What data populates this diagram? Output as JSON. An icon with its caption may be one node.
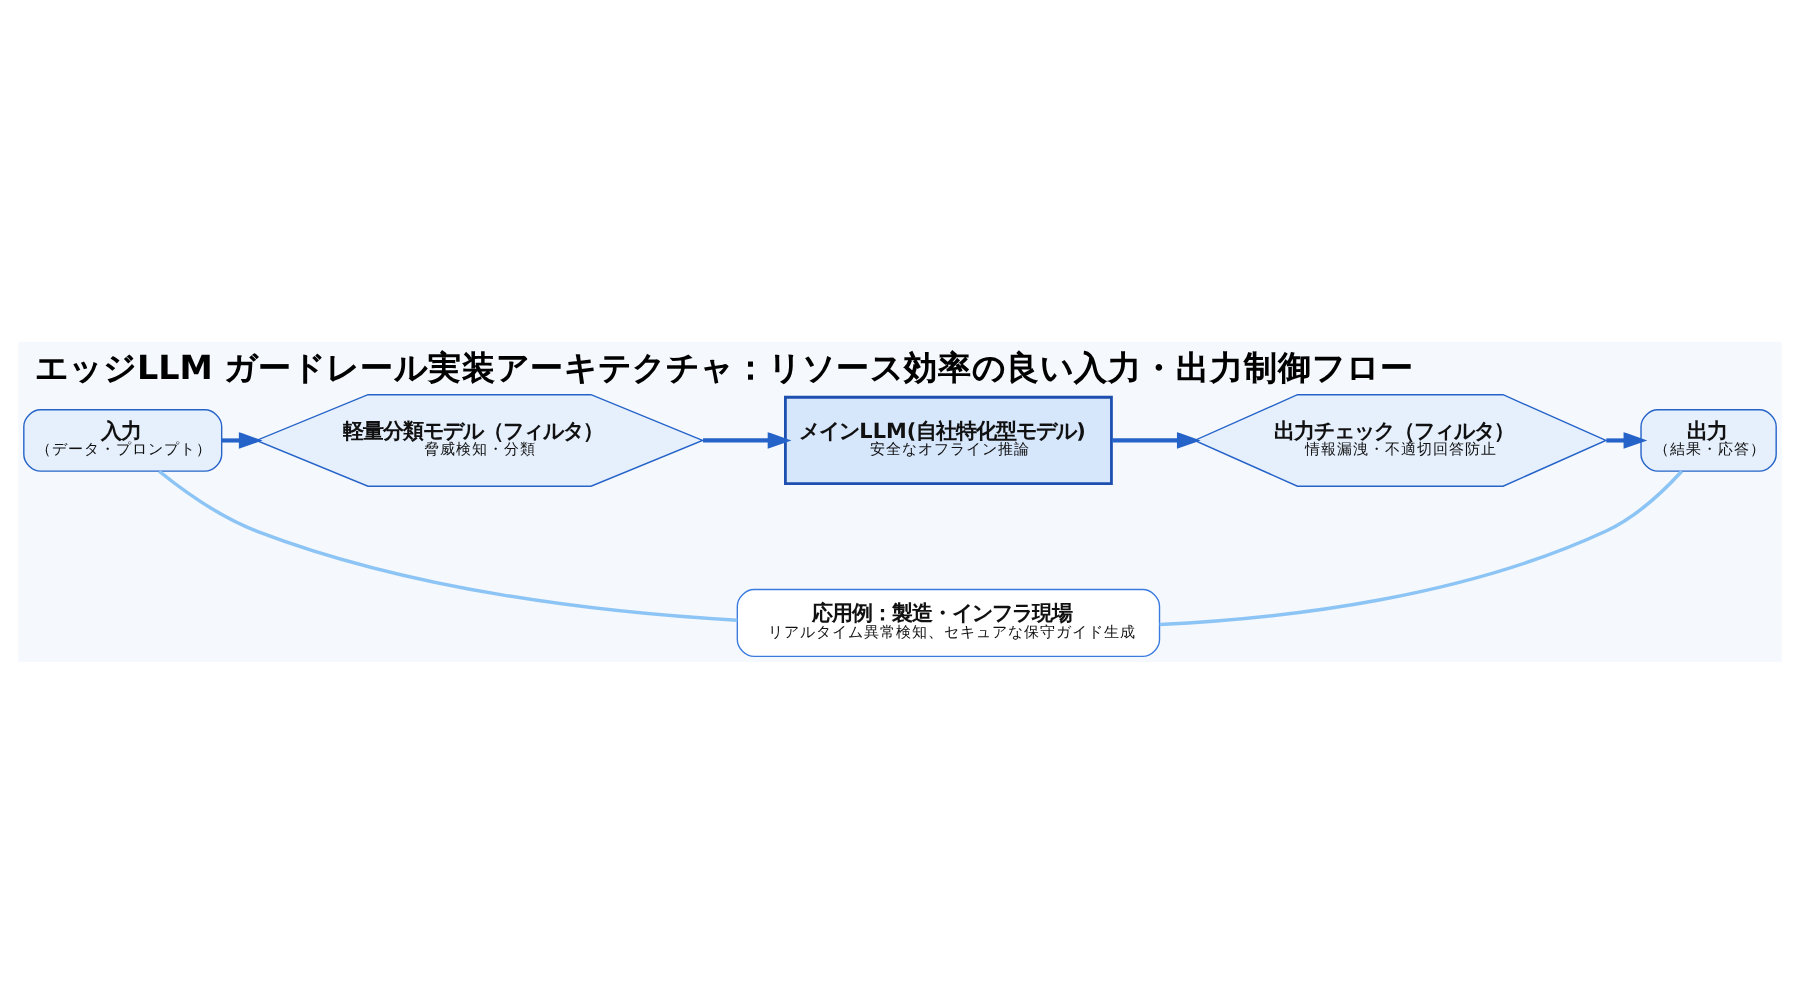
{
  "diagram": {
    "title": "エッジLLM ガードレール実装アーキテクチャ：リソース効率の良い入力・出力制御フロー",
    "nodes": [
      {
        "text": [
          "入力",
          "（データ・プロンプト）"
        ]
      },
      {
        "text": [
          "軽量分類モデル（フィルタ）",
          "脅威検知・分類"
        ]
      },
      {
        "text": [
          "メインLLM(自社特化型モデル)",
          "安全なオフライン推論"
        ]
      },
      {
        "text": [
          "出力チェック（フィルタ）",
          "情報漏洩・不適切回答防止"
        ]
      },
      {
        "text": [
          "出力",
          "（結果・応答）"
        ]
      },
      {
        "text": [
          "応用例：製造・インフラ現場",
          "リアルタイム異常検知、セキュアな保守ガイド生成"
        ]
      }
    ],
    "edges": [
      {
        "from": 0,
        "to": 1,
        "arrow": "to"
      },
      {
        "from": 1,
        "to": 2,
        "arrow": "to"
      },
      {
        "from": 2,
        "to": 3,
        "arrow": "to"
      },
      {
        "from": 3,
        "to": 4,
        "arrow": "to"
      },
      {
        "from": 0,
        "to": 5,
        "arrow": "none",
        "color": "#8cc4f5"
      },
      {
        "from": 4,
        "to": 5,
        "arrow": "none",
        "color": "#8cc4f5"
      }
    ]
  }
}
